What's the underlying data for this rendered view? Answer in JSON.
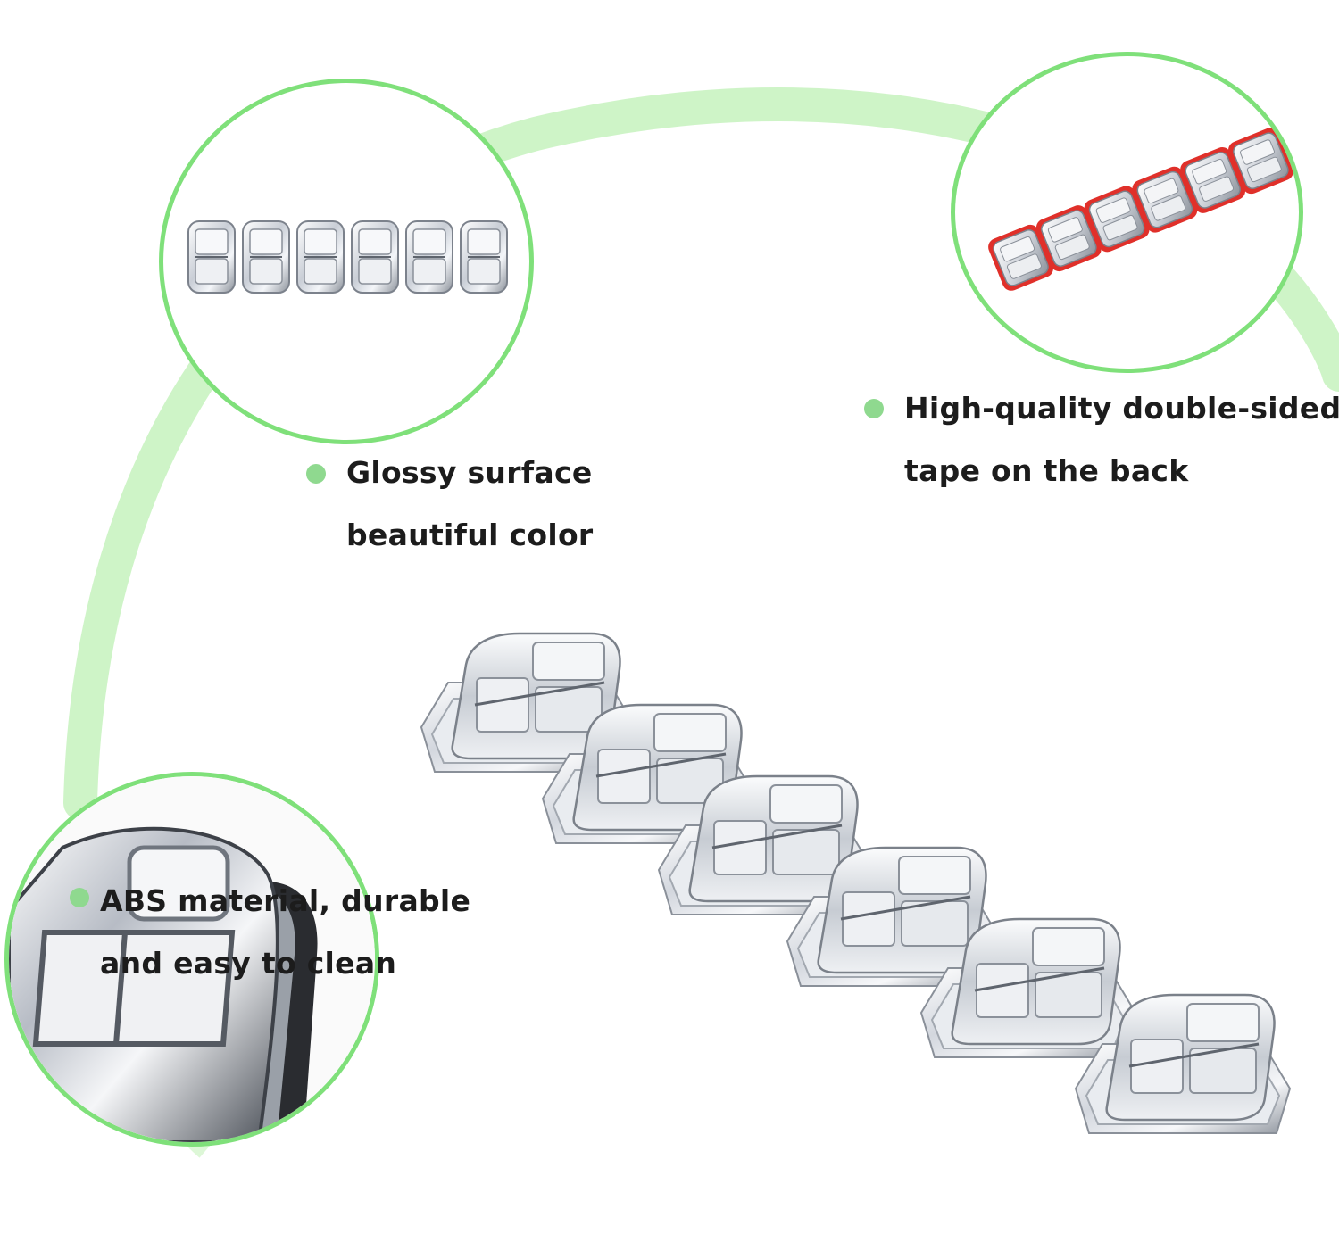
{
  "colors": {
    "accent_green": "#7fe07a",
    "arc_green": "#b8f0b0",
    "bullet_green": "#8fd98f",
    "tape_red": "#e0302a",
    "chrome_light": "#e8ebf0",
    "chrome_dark": "#6e7480"
  },
  "features": [
    {
      "icon": "bullet-dot-icon",
      "line1": "Glossy surface",
      "line2": "beautiful color"
    },
    {
      "icon": "bullet-dot-icon",
      "line1": "High-quality double-sided",
      "line2": "tape on the back"
    },
    {
      "icon": "bullet-dot-icon",
      "line1": "ABS material, durable",
      "line2": "and easy to clean"
    }
  ],
  "product": {
    "piece_count": 6
  }
}
